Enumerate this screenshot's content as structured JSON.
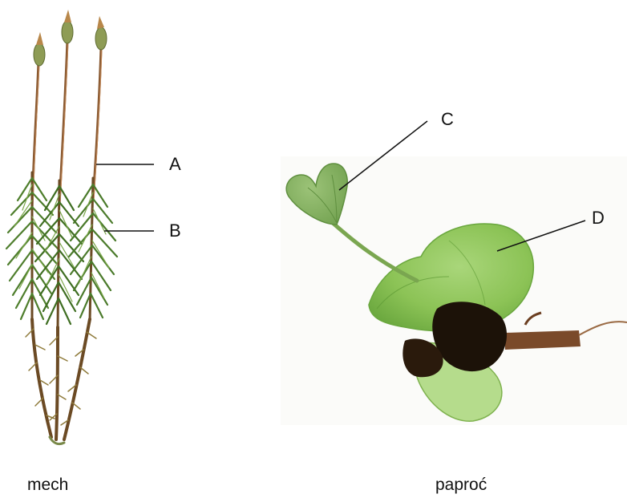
{
  "labels": {
    "a": "A",
    "b": "B",
    "c": "C",
    "d": "D"
  },
  "captions": {
    "moss": "mech",
    "fern": "paproć"
  },
  "colors": {
    "moss_leaf": "#4e7e2c",
    "moss_leaf_light": "#7aa64a",
    "moss_stem": "#8a5a32",
    "capsule": "#8e9c55",
    "fern_light": "#a8d07a",
    "fern_mid": "#86bc4e",
    "fern_dark": "#5e9a34",
    "soil": "#1c1208",
    "rhizome": "#7a4a2a"
  }
}
